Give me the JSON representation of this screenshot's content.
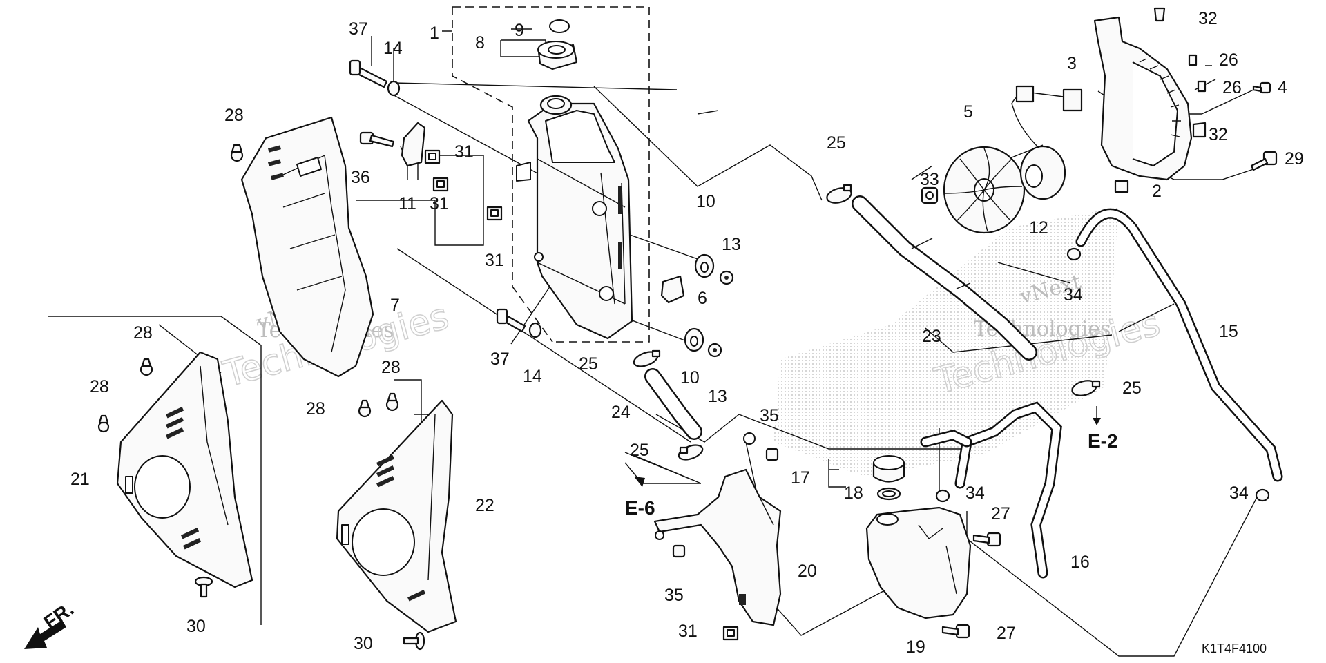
{
  "diagram": {
    "labels": [
      {
        "id": "37",
        "text": "37"
      },
      {
        "id": "14",
        "text": "14"
      },
      {
        "id": "1",
        "text": "1"
      },
      {
        "id": "9",
        "text": "9"
      },
      {
        "id": "8",
        "text": "8"
      },
      {
        "id": "28",
        "text": "28"
      },
      {
        "id": "36",
        "text": "36"
      },
      {
        "id": "31",
        "text": "31"
      },
      {
        "id": "11",
        "text": "11"
      },
      {
        "id": "7",
        "text": "7"
      },
      {
        "id": "10",
        "text": "10"
      },
      {
        "id": "13",
        "text": "13"
      },
      {
        "id": "6",
        "text": "6"
      },
      {
        "id": "25",
        "text": "25"
      },
      {
        "id": "24",
        "text": "24"
      },
      {
        "id": "21",
        "text": "21"
      },
      {
        "id": "22",
        "text": "22"
      },
      {
        "id": "30",
        "text": "30"
      },
      {
        "id": "20",
        "text": "20"
      },
      {
        "id": "35",
        "text": "35"
      },
      {
        "id": "17",
        "text": "17"
      },
      {
        "id": "18",
        "text": "18"
      },
      {
        "id": "19",
        "text": "19"
      },
      {
        "id": "27",
        "text": "27"
      },
      {
        "id": "16",
        "text": "16"
      },
      {
        "id": "34",
        "text": "34"
      },
      {
        "id": "15",
        "text": "15"
      },
      {
        "id": "23",
        "text": "23"
      },
      {
        "id": "5",
        "text": "5"
      },
      {
        "id": "33",
        "text": "33"
      },
      {
        "id": "12",
        "text": "12"
      },
      {
        "id": "3",
        "text": "3"
      },
      {
        "id": "32",
        "text": "32"
      },
      {
        "id": "26",
        "text": "26"
      },
      {
        "id": "4",
        "text": "4"
      },
      {
        "id": "29",
        "text": "29"
      },
      {
        "id": "2",
        "text": "2"
      }
    ],
    "references": {
      "e2": "E-2",
      "e6": "E-6"
    },
    "front_marker": "FR.",
    "diagram_code": "K1T4F4100",
    "watermark": {
      "line1": "vNext",
      "line2": "Technologies"
    }
  }
}
